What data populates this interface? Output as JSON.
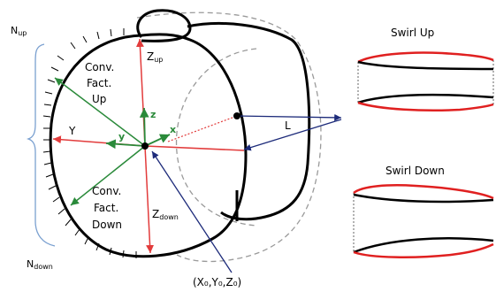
{
  "labels": {
    "n_up": "N",
    "n_up_sub": "up",
    "n_down": "N",
    "n_down_sub": "down",
    "z_up": "Z",
    "z_up_sub": "up",
    "z_down": "Z",
    "z_down_sub": "down",
    "conv_up_line1": "Conv.",
    "conv_up_line2": "Fact.",
    "conv_up_line3": "Up",
    "conv_down_line1": "Conv.",
    "conv_down_line2": "Fact.",
    "conv_down_line3": "Down",
    "Y": "Y",
    "y": "y",
    "x": "x",
    "z": "z",
    "L": "L",
    "origin": "(X₀,Y₀,Z₀)"
  },
  "panels": {
    "swirl_up": "Swirl Up",
    "swirl_down": "Swirl Down"
  },
  "colors": {
    "outline": "#000000",
    "red_axis": "#e23b3b",
    "green_axis": "#2a8a3a",
    "blue_axis": "#1d2b7a",
    "brace": "#7aa0d0",
    "dashed": "#9a9a9a",
    "profile_red": "#e02020"
  }
}
